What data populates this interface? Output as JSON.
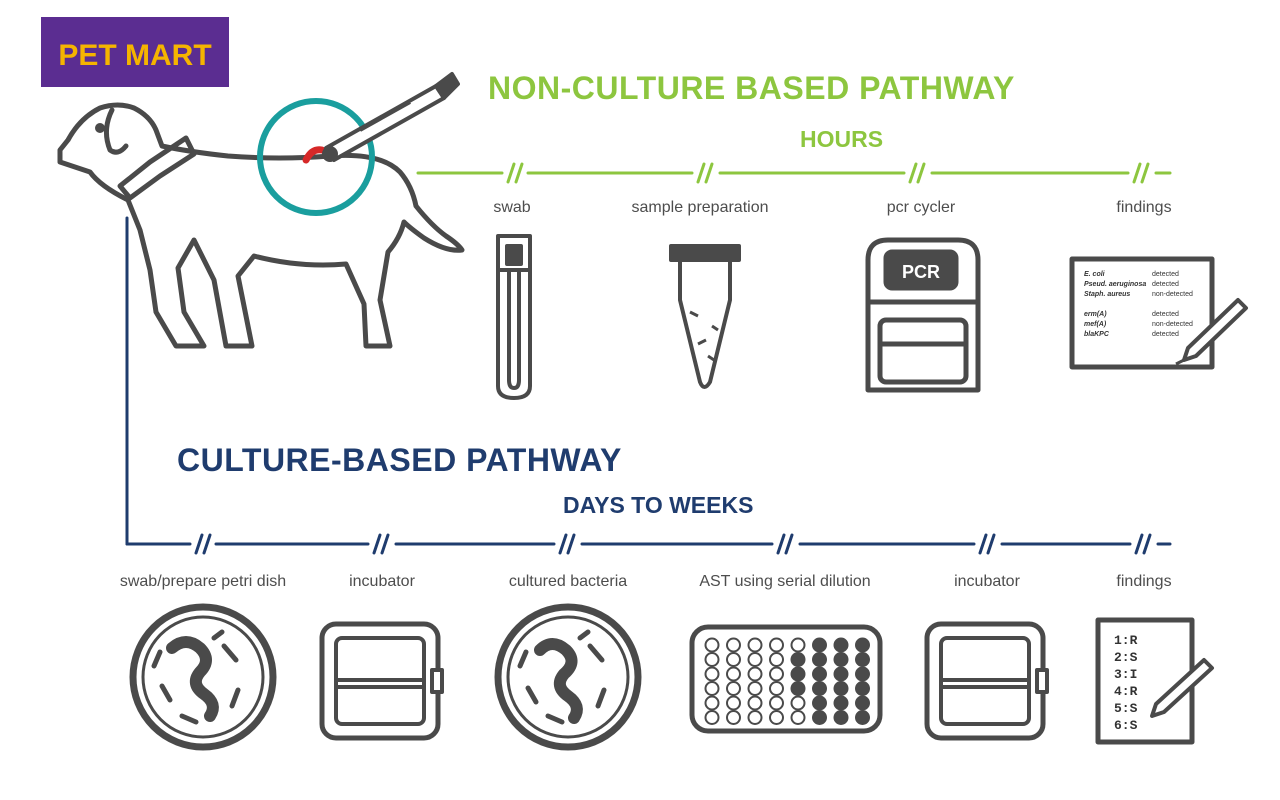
{
  "brand": {
    "logo_text": "PET MART"
  },
  "non_culture": {
    "title": "NON-CULTURE BASED PATHWAY",
    "timescale": "HOURS",
    "steps": [
      {
        "label": "swab"
      },
      {
        "label": "sample preparation"
      },
      {
        "label": "pcr cycler",
        "device_text": "PCR"
      },
      {
        "label": "findings"
      }
    ],
    "findings_rows": [
      {
        "organism": "E. coli",
        "result": "detected"
      },
      {
        "organism": "Pseud. aeruginosa",
        "result": "detected"
      },
      {
        "organism": "Staph. aureus",
        "result": "non-detected"
      },
      {
        "organism": "erm(A)",
        "result": "detected"
      },
      {
        "organism": "mef(A)",
        "result": "non-detected"
      },
      {
        "organism": "blaKPC",
        "result": "detected"
      }
    ]
  },
  "culture": {
    "title": "CULTURE-BASED PATHWAY",
    "timescale": "DAYS TO WEEKS",
    "steps": [
      {
        "label": "swab/prepare petri dish"
      },
      {
        "label": "incubator"
      },
      {
        "label": "cultured bacteria"
      },
      {
        "label": "AST using serial dilution"
      },
      {
        "label": "incubator"
      },
      {
        "label": "findings"
      }
    ],
    "findings_list": [
      "1:R",
      "2:S",
      "3:I",
      "4:R",
      "5:S",
      "6:S"
    ]
  },
  "colors": {
    "green": "#8dc63f",
    "navy": "#1f3c6e",
    "teal": "#1a9e9e",
    "gray": "#4a4a4a",
    "red": "#d62828",
    "logo_bg": "#5b2d91",
    "logo_text": "#f5b400"
  },
  "icons": [
    "dog-icon",
    "swab-probe-icon",
    "swab-tube-icon",
    "sample-tube-icon",
    "pcr-machine-icon",
    "findings-clipboard-icon",
    "petri-dish-icon",
    "incubator-icon",
    "well-plate-icon",
    "pencil-icon"
  ]
}
